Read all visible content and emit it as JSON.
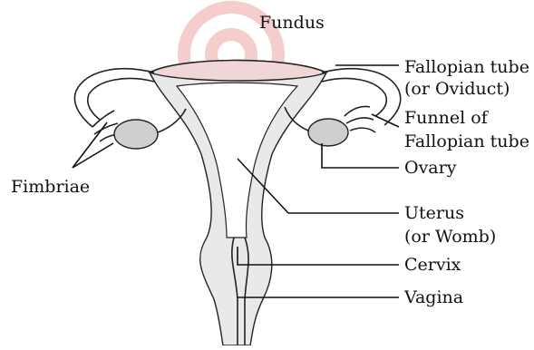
{
  "labels": {
    "fundus": "Fundus",
    "fallopian_tube_1": "Fallopian tube",
    "fallopian_tube_2": "(or Oviduct)",
    "funnel_1": "Funnel of",
    "funnel_2": "Fallopian tube",
    "ovary": "Ovary",
    "uterus_1": "Uterus",
    "uterus_2": "(or Womb)",
    "cervix": "Cervix",
    "vagina": "Vagina",
    "fimbriae": "Fimbriae"
  },
  "colors": {
    "watermark": "#f2b8b8",
    "fundus_tint": "#f0d6d6"
  }
}
